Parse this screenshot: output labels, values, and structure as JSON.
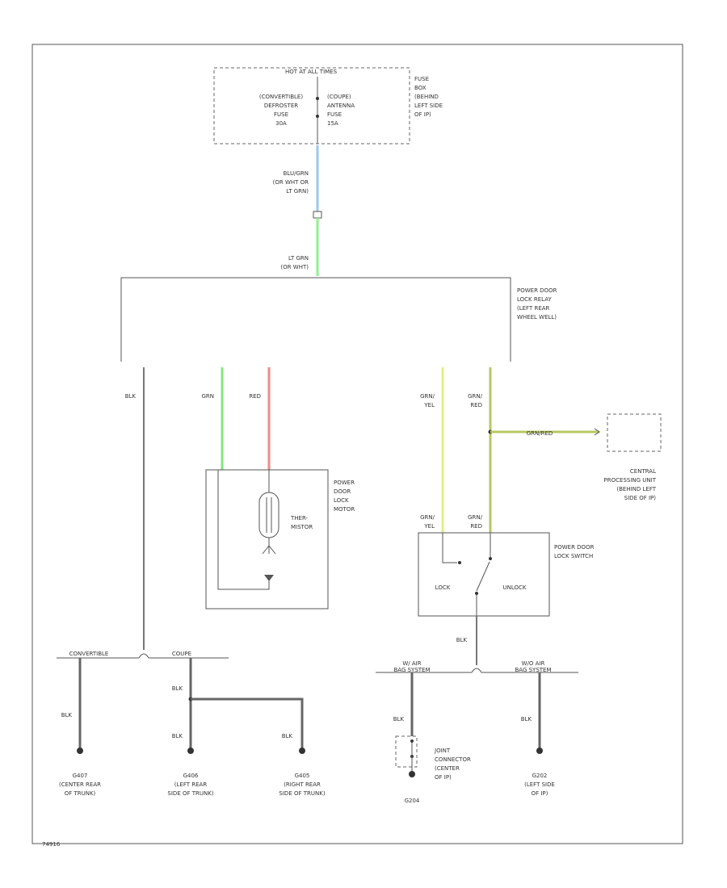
{
  "fuse_block": {
    "header": "HOT AT ALL TIMES",
    "left_fuse": [
      "(CONVERTIBLE)",
      "DEFROSTER",
      "FUSE",
      "30A"
    ],
    "right_fuse": [
      "(COUPE)",
      "ANTENNA",
      "FUSE",
      "15A"
    ],
    "label": [
      "FUSE",
      "BOX",
      "(BEHIND",
      "LEFT SIDE",
      "OF IP)"
    ]
  },
  "wire_top": [
    "BLU/GRN",
    "(OR WHT OR",
    "LT GRN)"
  ],
  "wire_mid": [
    "LT GRN",
    "(OR WHT)"
  ],
  "relay_label": [
    "POWER DOOR",
    "LOCK RELAY",
    "(LEFT REAR",
    "WHEEL WELL)"
  ],
  "wires": {
    "blk": "BLK",
    "grn": "GRN",
    "red": "RED",
    "grn_yel": [
      "GRN/",
      "YEL"
    ],
    "grn_red": [
      "GRN/",
      "RED"
    ],
    "grn_red_cpu": "GRN/RED",
    "grn_yel_sw": [
      "GRN/",
      "YEL"
    ],
    "grn_red_sw": [
      "GRN/",
      "RED"
    ],
    "blk_sw": "BLK"
  },
  "cpu_label": [
    "CENTRAL",
    "PROCESSING UNIT",
    "(BEHIND LEFT",
    "SIDE OF IP)"
  ],
  "motor": {
    "label": [
      "POWER",
      "DOOR",
      "LOCK",
      "MOTOR"
    ],
    "inner": [
      "THER-",
      "MISTOR"
    ]
  },
  "switch": {
    "label": [
      "POWER DOOR",
      "LOCK SWITCH"
    ],
    "lock": "LOCK",
    "unlock": "UNLOCK"
  },
  "ground_left": {
    "convertible": "CONVERTIBLE",
    "coupe": "COUPE",
    "blk1": "BLK",
    "blk2": "BLK",
    "blk3": "BLK",
    "blk4": "BLK",
    "g1": [
      "G407",
      "(CENTER REAR",
      "OF TRUNK)"
    ],
    "g2": [
      "G406",
      "(LEFT REAR",
      "SIDE OF TRUNK)"
    ],
    "g3": [
      "G405",
      "(RIGHT REAR",
      "SIDE OF TRUNK)"
    ]
  },
  "ground_right": {
    "with_air": [
      "W/ AIR",
      "BAG SYSTEM"
    ],
    "without_air": [
      "W/O AIR",
      "BAG SYSTEM"
    ],
    "blk1": "BLK",
    "blk2": "BLK",
    "joint": [
      "JOINT",
      "CONNECTOR",
      "(CENTER",
      "OF IP)"
    ],
    "g1": "G204",
    "g2": [
      "G202",
      "(LEFT SIDE",
      "OF IP)"
    ]
  },
  "figure_id": "74916",
  "colors": {
    "blu_grn": "#9ec7e8",
    "lt_grn": "#90f090",
    "grn": "#7fe87f",
    "red": "#f08a8a",
    "grn_yel": "#e0f080",
    "grn_red": "#b8c860",
    "blk": "#777777"
  }
}
